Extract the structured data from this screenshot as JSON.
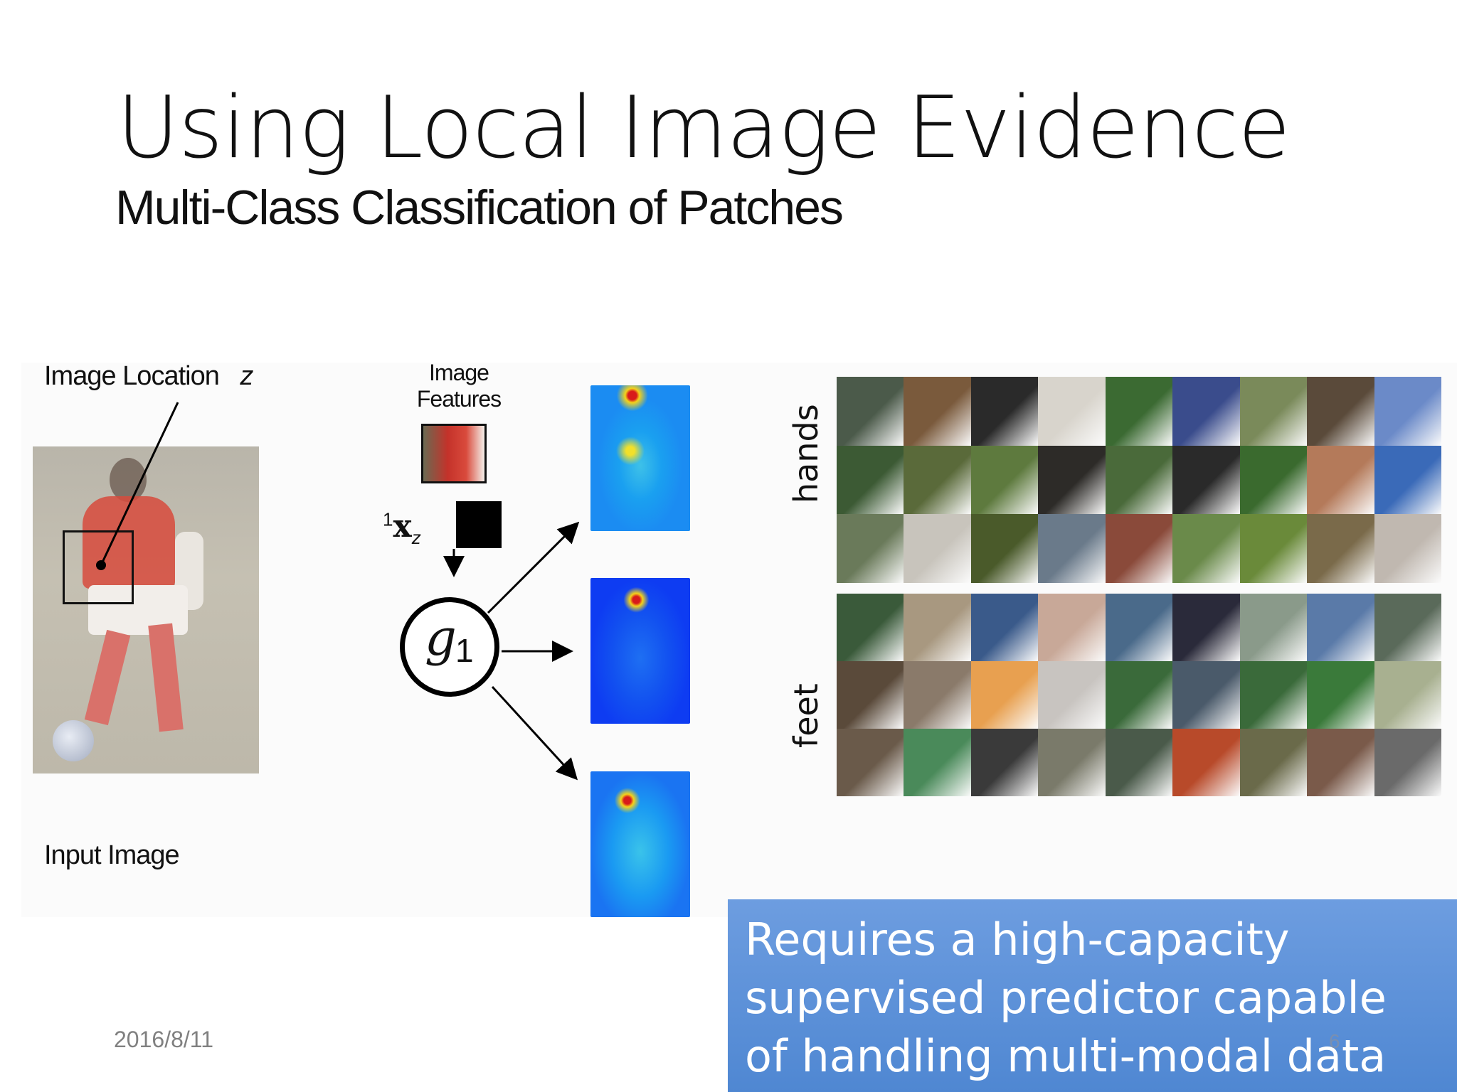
{
  "slide": {
    "title": "Using Local Image Evidence",
    "subtitle": "Multi-Class Classification of Patches"
  },
  "figure": {
    "image_location_label": "Image Location",
    "image_location_var": "z",
    "input_image_label": "Input Image",
    "image_features_label_1": "Image",
    "image_features_label_2": "Features",
    "feature_vector_sup": "1",
    "feature_vector_bold": "x",
    "feature_vector_sub": "z",
    "node_symbol": "g",
    "node_subscript": "1",
    "hands_label": "hands",
    "feet_label": "feet"
  },
  "callout": {
    "text": "Requires a high-capacity supervised predictor capable of handling multi-modal data"
  },
  "footer": {
    "date": "2016/8/11",
    "page": "6"
  },
  "colors": {
    "callout_bg": "#5d92d6",
    "heatmap_base": "#1b8cf2",
    "heatmap_hot": "#d81b1b"
  },
  "patch_grids": {
    "hands_colors": [
      "#4b5a4a",
      "#7a5a3c",
      "#2a2a2a",
      "#d8d4cc",
      "#3b6a32",
      "#3a4c8c",
      "#7a8a5a",
      "#5a4a3a",
      "#6b8ac8",
      "#3c5a34",
      "#5a6a3a",
      "#5e7a3e",
      "#2d2b28",
      "#4a6a3a",
      "#2a2a2a",
      "#3a6a2e",
      "#b47a5a",
      "#3a6ab8",
      "#6a7a5a",
      "#c8c4bc",
      "#4a5a2a",
      "#6a7a8a",
      "#8a4a3a",
      "#6a8a4a",
      "#6a8a3a",
      "#7a6a4a",
      "#c0b8b0"
    ],
    "feet_colors": [
      "#3a5a3a",
      "#a89880",
      "#3a5a8a",
      "#c8a898",
      "#4a6a8a",
      "#2a2a3a",
      "#8a9a8a",
      "#5a7aa8",
      "#5a6a5a",
      "#5a4a3a",
      "#8a7a6a",
      "#e8a050",
      "#c8c4c0",
      "#3a6a3a",
      "#4a5a6a",
      "#3a6a3a",
      "#3a7a3a",
      "#a8b090",
      "#6a5a4a",
      "#4a8a5a",
      "#3a3a3a",
      "#7a7a6a",
      "#4a5a4a",
      "#b84a2a",
      "#6a6a4a",
      "#7a5a4a",
      "#6a6a6a"
    ]
  }
}
